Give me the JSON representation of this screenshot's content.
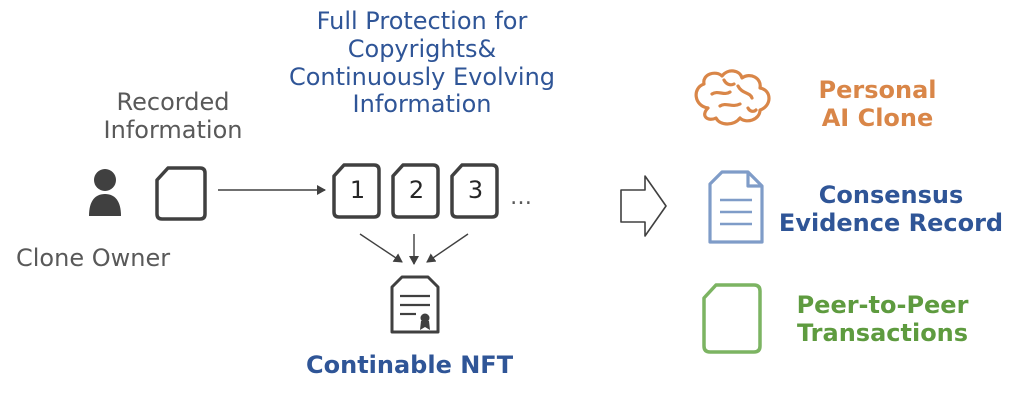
{
  "labels": {
    "recorded_information": [
      "Recorded",
      "Information"
    ],
    "clone_owner": "Clone Owner",
    "protection": [
      "Full Protection for",
      "Copyrights&",
      "Continuously Evolving",
      "Information"
    ],
    "continable_nft": "Continable NFT",
    "ellipsis": "…"
  },
  "documents": [
    "1",
    "2",
    "3"
  ],
  "outputs": {
    "personal_ai_clone": [
      "Personal",
      "AI Clone"
    ],
    "consensus_evidence_record": [
      "Consensus",
      "Evidence Record"
    ],
    "peer_to_peer_transactions": [
      "Peer-to-Peer",
      "Transactions"
    ]
  },
  "colors": {
    "gray": "#595959",
    "blue": "#2f5597",
    "orange": "#d98648",
    "green": "#5e9b3f",
    "doc_blue": "#7f9cc8",
    "doc_green": "#7cb462"
  }
}
